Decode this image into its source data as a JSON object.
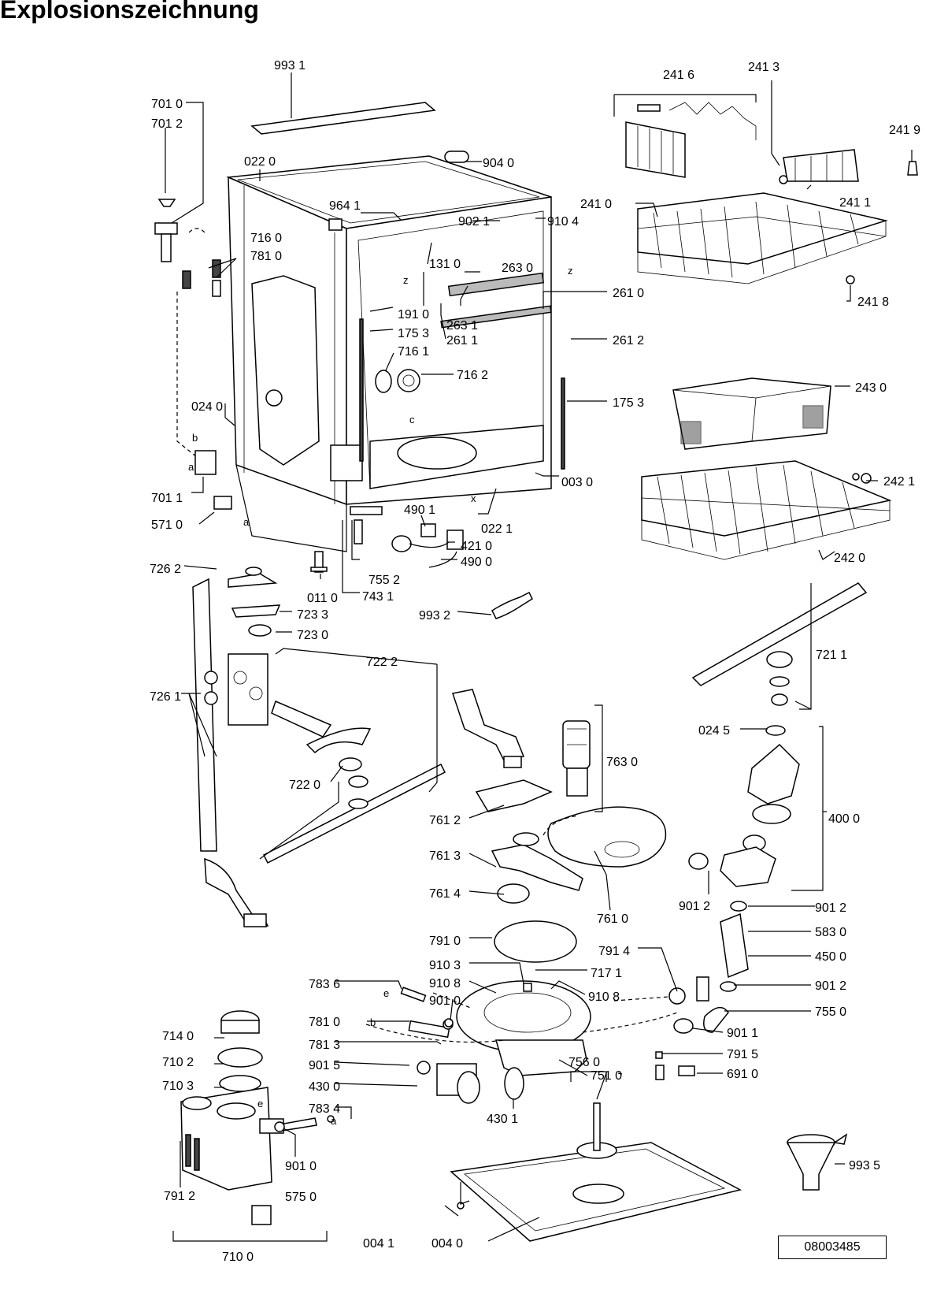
{
  "title": "Explosionszeichnung",
  "doc_number": "08003485",
  "letters": {
    "a": "a",
    "b": "b",
    "c": "c",
    "e": "e",
    "x": "x",
    "z": "z"
  },
  "labels": {
    "l9931": "993 1",
    "l7010": "701 0",
    "l7012": "701 2",
    "l0220": "022 0",
    "l9040": "904 0",
    "l9641": "964 1",
    "l9021": "902 1",
    "l9104": "910 4",
    "l7160": "716 0",
    "l7810a": "781 0",
    "l1310": "131 0",
    "l2630": "263 0",
    "l2610": "261 0",
    "l2631": "263 1",
    "l2611": "261 1",
    "l1910": "191 0",
    "l1753a": "175 3",
    "l2612": "261 2",
    "l7161": "716 1",
    "l7162": "716 2",
    "l0240": "024 0",
    "l1753b": "175 3",
    "l0030": "003 0",
    "l7011": "701 1",
    "l5710": "571 0",
    "l4901": "490 1",
    "l0221": "022 1",
    "l4210": "421 0",
    "l4900": "490 0",
    "l7262": "726 2",
    "l0110": "011 0",
    "l7552": "755 2",
    "l7431": "743 1",
    "l7233": "723 3",
    "l9932": "993 2",
    "l7230": "723 0",
    "l7222": "722 2",
    "l7261": "726 1",
    "l7220": "722 0",
    "l7630": "763 0",
    "l7612": "761 2",
    "l7613": "761 3",
    "l7614": "761 4",
    "l7610": "761 0",
    "l7910": "791 0",
    "l7914": "791 4",
    "l9103": "910 3",
    "l7171": "717 1",
    "l7836": "783 6",
    "l9108a": "910 8",
    "l9108b": "910 8",
    "l9010a": "901 0",
    "l7810b": "781 0",
    "l7813": "781 3",
    "l9015": "901 5",
    "l4300": "430 0",
    "l7834": "783 4",
    "l4301": "430 1",
    "l7140": "714 0",
    "l7102": "710 2",
    "l7103": "710 3",
    "l9010b": "901 0",
    "l7912": "791 2",
    "l5750": "575 0",
    "l7100": "710 0",
    "l7510": "751 0",
    "l7560": "756 0",
    "l0041": "004 1",
    "l0040": "004 0",
    "l9935": "993 5",
    "l2416": "241 6",
    "l2413": "241 3",
    "l2419": "241 9",
    "l2410": "241 0",
    "l2411": "241 1",
    "l2418": "241 8",
    "l2430": "243 0",
    "l2421": "242 1",
    "l2420": "242 0",
    "l7211": "721 1",
    "l0245": "024 5",
    "l4000": "400 0",
    "l9012a": "901 2",
    "l9012b": "901 2",
    "l5830": "583 0",
    "l4500": "450 0",
    "l9012c": "901 2",
    "l7550": "755 0",
    "l9011": "901 1",
    "l7915": "791 5",
    "l6910": "691 0"
  }
}
